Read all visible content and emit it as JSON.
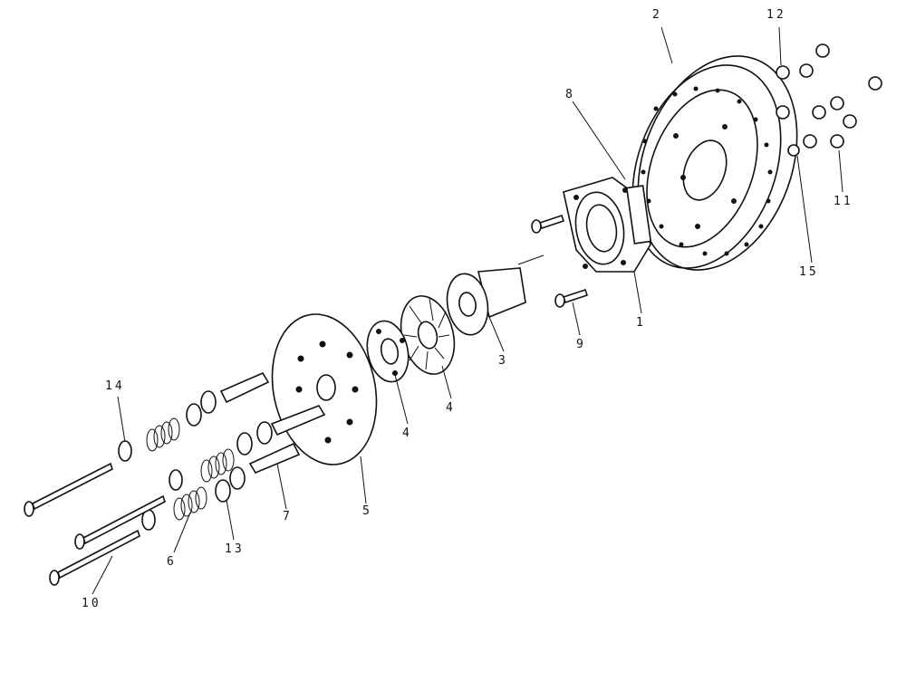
{
  "callouts": {
    "c1": "1",
    "c2": "2",
    "c3": "3",
    "c4a": "4",
    "c4b": "4",
    "c5": "5",
    "c6": "6",
    "c7": "7",
    "c8": "8",
    "c9": "9",
    "c10": "10",
    "c11": "11",
    "c12": "12",
    "c13": "13",
    "c14": "14",
    "c15": "15"
  }
}
